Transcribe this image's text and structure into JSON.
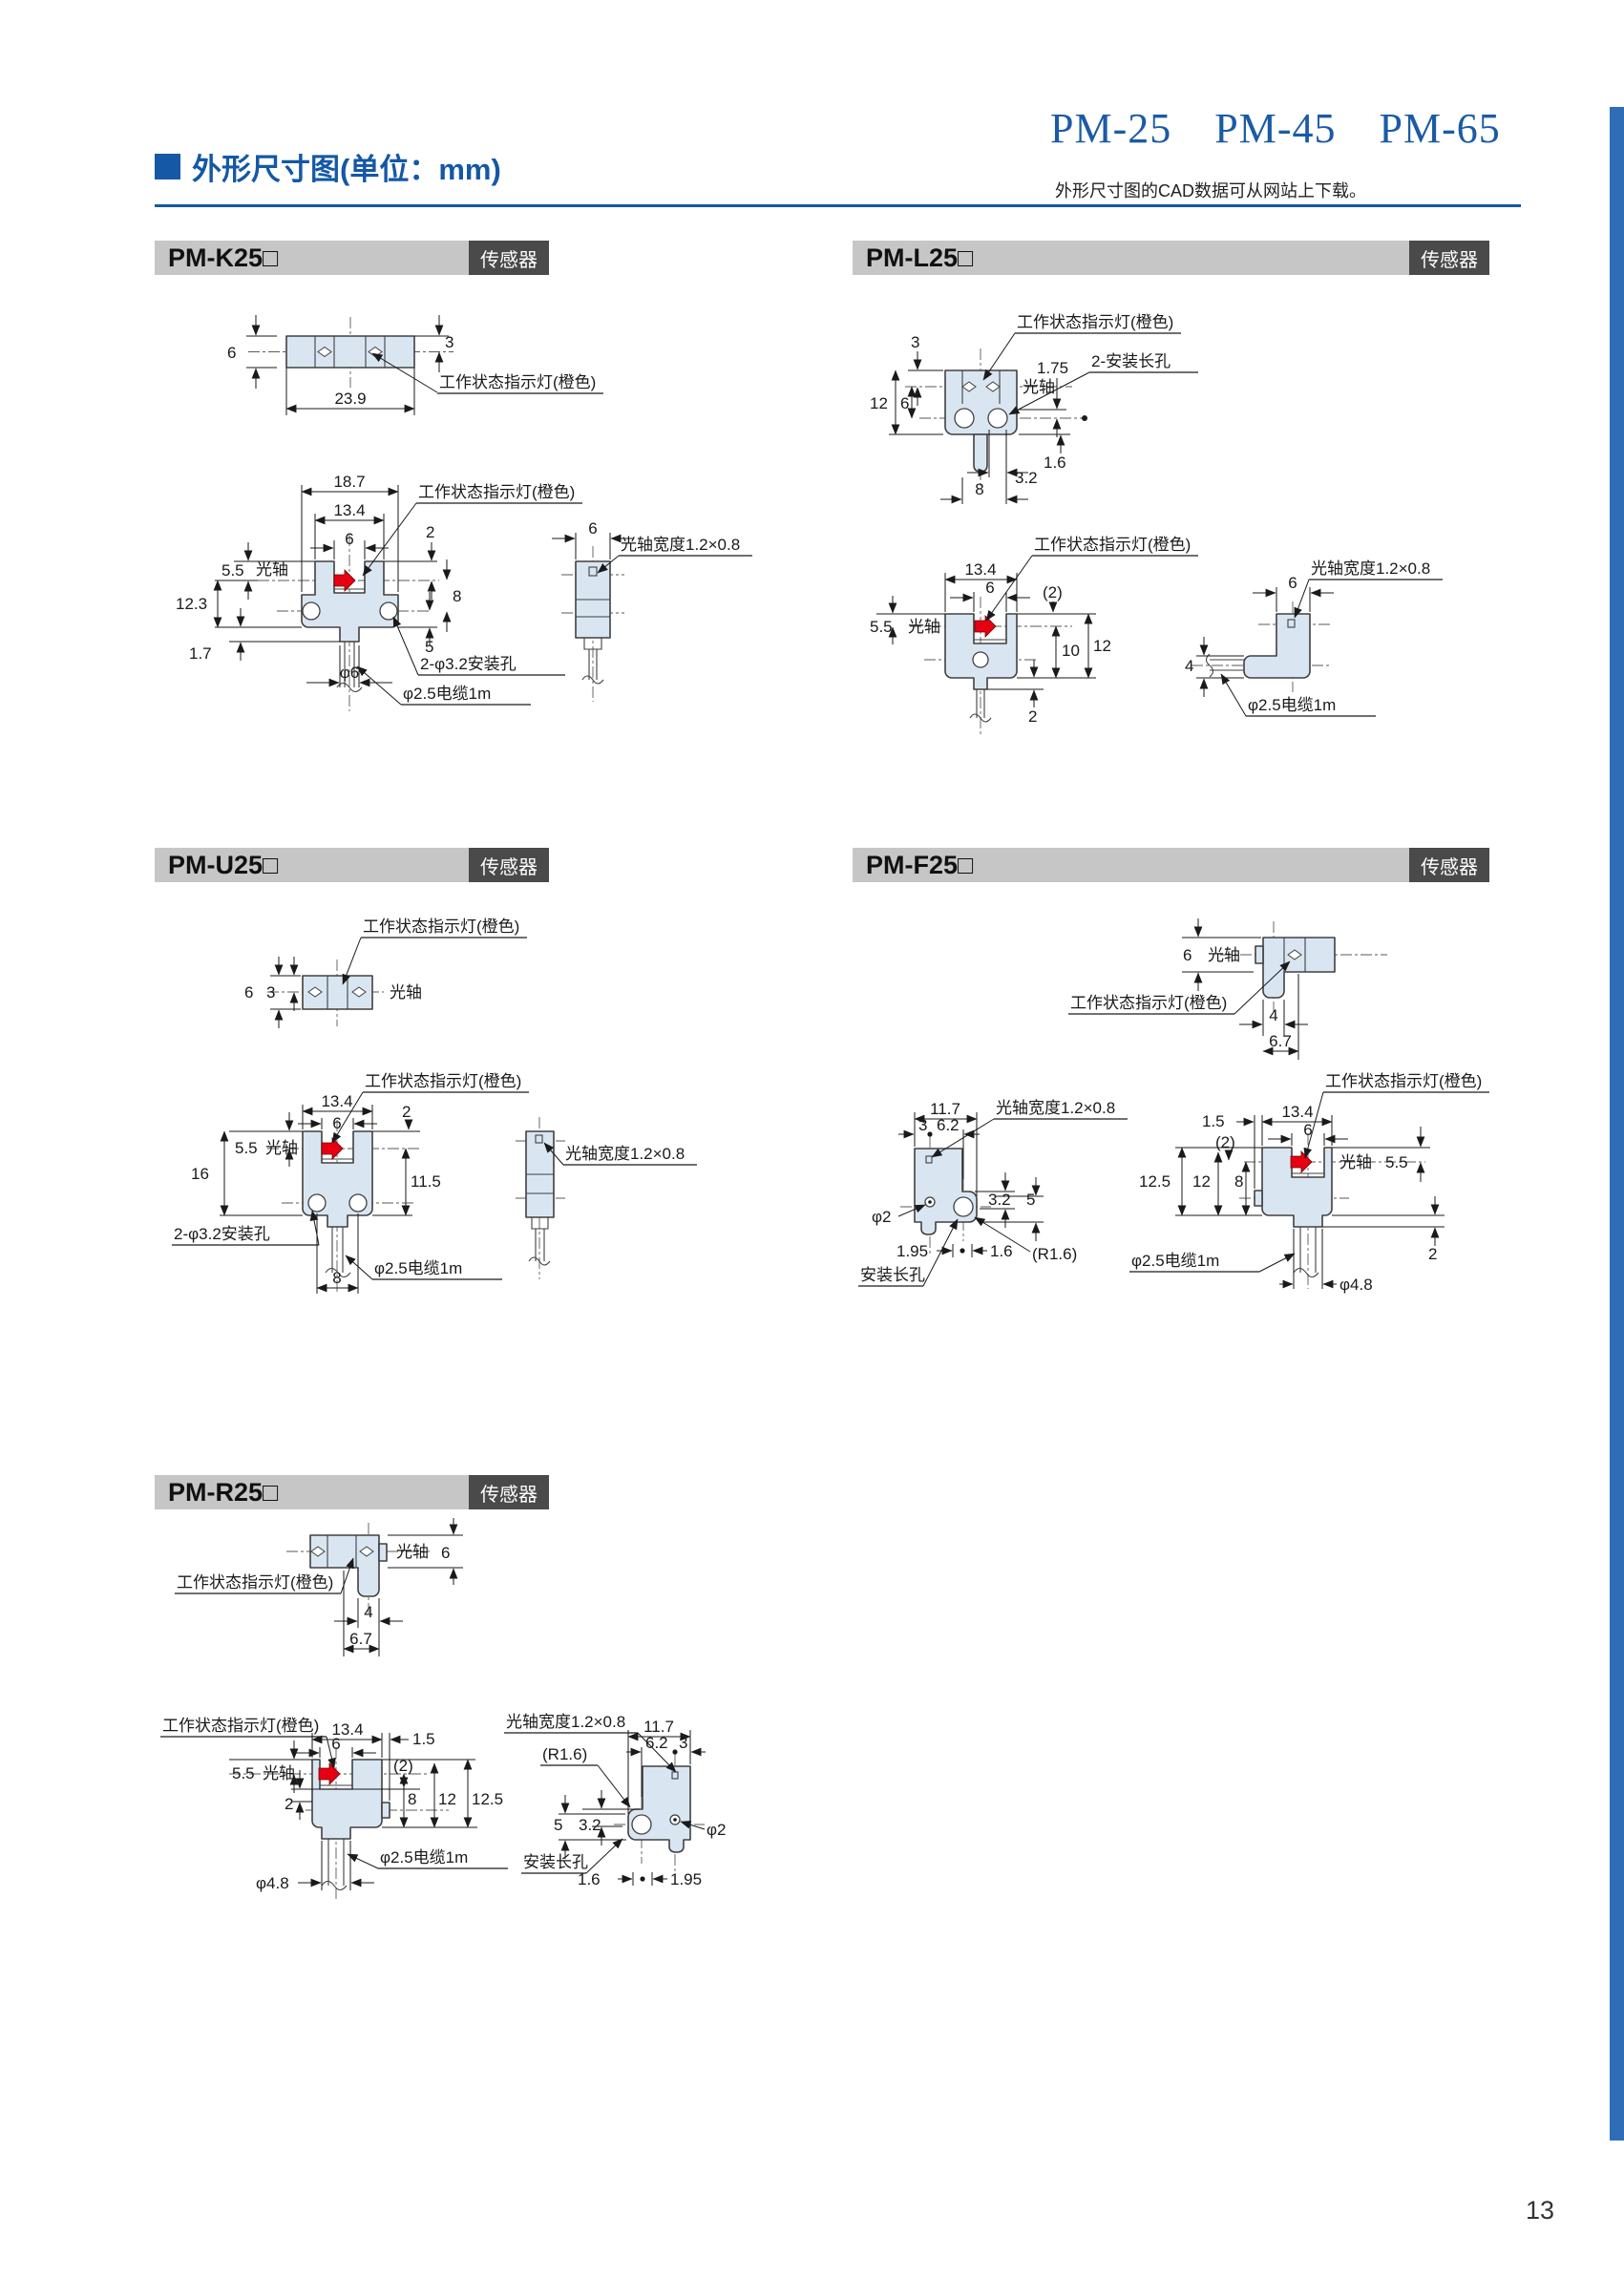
{
  "header": {
    "models": "PM-25　PM-45　PM-65",
    "title": "外形尺寸图(单位：mm)",
    "cad_note": "外形尺寸图的CAD数据可从网站上下载。",
    "page_number": "13"
  },
  "common": {
    "badge": "传感器",
    "indicator": "工作状态指示灯(橙色)",
    "axis": "光轴",
    "beam": "光轴宽度1.2×0.8",
    "cable1m": "φ2.5电缆1m",
    "mount_holes": "2-φ3.2安装孔",
    "mount_slots2": "2-安装长孔",
    "mount_slot": "安装长孔"
  },
  "sections": {
    "k25": {
      "model": "PM-K25□"
    },
    "l25": {
      "model": "PM-L25□"
    },
    "u25": {
      "model": "PM-U25□"
    },
    "f25": {
      "model": "PM-F25□"
    },
    "r25": {
      "model": "PM-R25□"
    }
  },
  "dims": {
    "k25_top": {
      "w": "23.9",
      "h": "6",
      "half": "3"
    },
    "k25_front": {
      "w": "18.7",
      "w2": "13.4",
      "slot": "6",
      "d2": "2",
      "d8": "8",
      "d5": "5",
      "h": "12.3",
      "d55": "5.5",
      "d17": "1.7",
      "gland": "φ6"
    },
    "k25_side": {
      "w": "6"
    },
    "l25_top": {
      "d3": "3",
      "d175": "1.75",
      "h": "12",
      "d6": "6",
      "d16": "1.6",
      "d32": "3.2",
      "d8": "8"
    },
    "l25_front": {
      "w": "13.4",
      "slot": "6",
      "gap": "(2)",
      "d55": "5.5",
      "d10": "10",
      "d12": "12",
      "d2": "2"
    },
    "l25_side": {
      "d6": "6",
      "d4": "4"
    },
    "u25_top": {
      "h": "6",
      "half": "3"
    },
    "u25_front": {
      "w": "13.4",
      "slot": "6",
      "d2": "2",
      "d55": "5.5",
      "h": "16",
      "d115": "11.5",
      "d8": "8"
    },
    "f25_top": {
      "d6": "6",
      "d4": "4",
      "d67": "6.7"
    },
    "f25_side": {
      "w": "11.7",
      "d3": "3",
      "d62": "6.2",
      "d32": "3.2",
      "d5": "5",
      "d195": "1.95",
      "d16": "1.6",
      "r": "(R1.6)",
      "phi2": "φ2"
    },
    "f25_front": {
      "d15": "1.5",
      "w": "13.4",
      "gap": "(2)",
      "slot": "6",
      "d125": "12.5",
      "d12": "12",
      "d8": "8",
      "d55": "5.5",
      "d2": "2",
      "phi48": "φ4.8"
    },
    "r25_top": {
      "d6": "6",
      "d4": "4",
      "d67": "6.7"
    },
    "r25_front": {
      "w": "13.4",
      "d15": "1.5",
      "slot": "6",
      "gap": "(2)",
      "d55": "5.5",
      "d2": "2",
      "d8": "8",
      "d12": "12",
      "d125": "12.5",
      "phi48": "φ4.8"
    },
    "r25_side": {
      "w": "11.7",
      "d62": "6.2",
      "d3": "3",
      "r": "(R1.6)",
      "d5": "5",
      "d32": "3.2",
      "d16": "1.6",
      "d195": "1.95",
      "phi2": "φ2"
    }
  }
}
